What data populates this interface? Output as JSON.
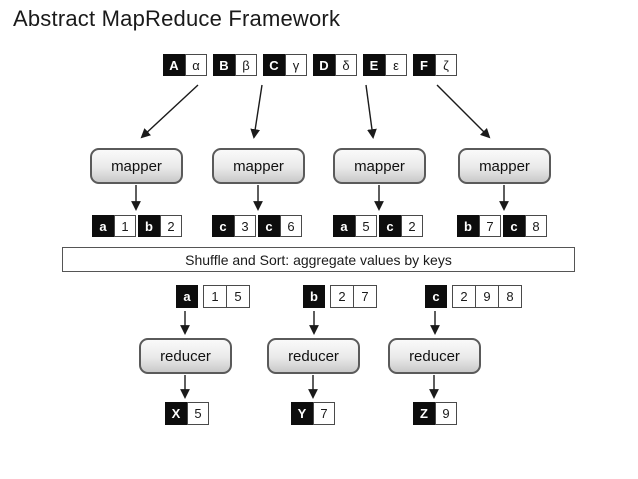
{
  "title": "Abstract MapReduce Framework",
  "input_pairs": [
    {
      "key": "A",
      "value": "α"
    },
    {
      "key": "B",
      "value": "β"
    },
    {
      "key": "C",
      "value": "γ"
    },
    {
      "key": "D",
      "value": "δ"
    },
    {
      "key": "E",
      "value": "ε"
    },
    {
      "key": "F",
      "value": "ζ"
    }
  ],
  "mappers": [
    "mapper",
    "mapper",
    "mapper",
    "mapper"
  ],
  "mapper_outputs": [
    [
      {
        "key": "a",
        "value": "1"
      },
      {
        "key": "b",
        "value": "2"
      }
    ],
    [
      {
        "key": "c",
        "value": "3"
      },
      {
        "key": "c",
        "value": "6"
      }
    ],
    [
      {
        "key": "a",
        "value": "5"
      },
      {
        "key": "c",
        "value": "2"
      }
    ],
    [
      {
        "key": "b",
        "value": "7"
      },
      {
        "key": "c",
        "value": "8"
      }
    ]
  ],
  "shuffle_bar_label": "Shuffle and Sort: aggregate values by keys",
  "grouped_pairs": [
    {
      "key": "a",
      "values": [
        "1",
        "5"
      ]
    },
    {
      "key": "b",
      "values": [
        "2",
        "7"
      ]
    },
    {
      "key": "c",
      "values": [
        "2",
        "9",
        "8"
      ]
    }
  ],
  "reducers": [
    "reducer",
    "reducer",
    "reducer"
  ],
  "outputs": [
    {
      "key": "X",
      "value": "5"
    },
    {
      "key": "Y",
      "value": "7"
    },
    {
      "key": "Z",
      "value": "9"
    }
  ],
  "colors": {
    "background": "#ffffff",
    "key_cell_bg": "#0d0d0d",
    "key_cell_text": "#ffffff",
    "value_cell_bg": "#ffffff",
    "value_cell_text": "#1a1a1a",
    "cell_border": "#4a4a4a",
    "node_border": "#5a5a5a",
    "node_gradient_top": "#fafafa",
    "node_gradient_bottom": "#c9c9c9",
    "arrow": "#1a1a1a"
  }
}
